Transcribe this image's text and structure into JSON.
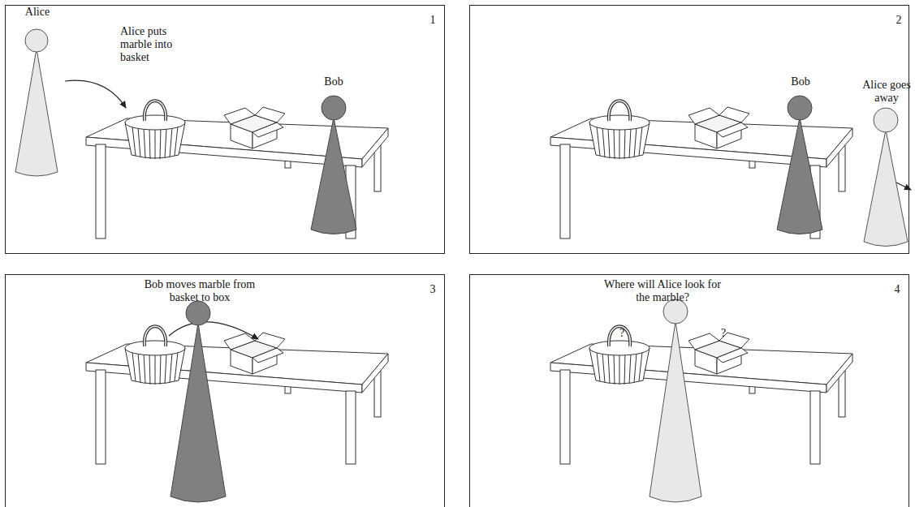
{
  "diagram": {
    "nodes": [
      {
        "text": [
          "Alice",
          "Alice puts marble into basket",
          "Bob",
          "1"
        ]
      },
      {
        "text": [
          "Bob",
          "Alice goes away",
          "2"
        ]
      },
      {
        "text": [
          "Bob moves marble from basket to box",
          "3"
        ]
      },
      {
        "text": [
          "Where will Alice look for the marble?",
          "?",
          "?",
          "4"
        ]
      }
    ]
  }
}
